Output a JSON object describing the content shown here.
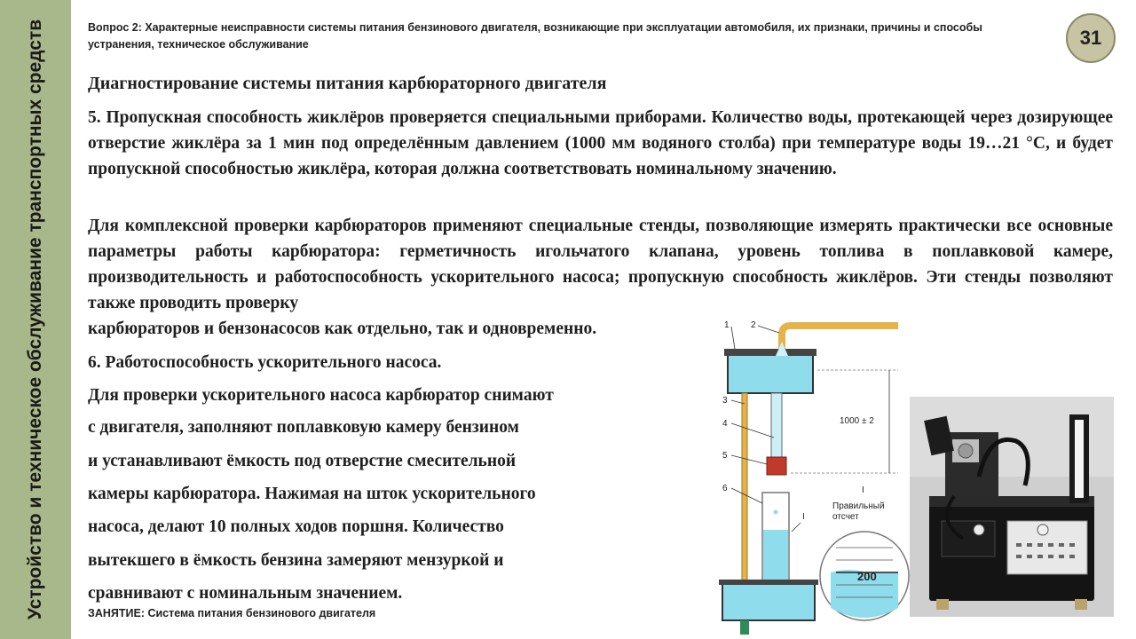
{
  "sidebar": {
    "title": "Устройство и техническое обслуживание транспортных средств"
  },
  "header": {
    "question": "Вопрос 2: Характерные неисправности системы питания бензинового двигателя, возникающие при эксплуатации автомобиля, их признаки, причины и способы устранения, техническое обслуживание",
    "page_number": "31"
  },
  "content": {
    "subtitle": "Диагностирование системы питания карбюраторного двигателя",
    "paragraph1": "5. Пропускная способность жиклёров проверяется специальными приборами. Количество воды, протекающей через дозирующее отверстие жиклёра за 1 мин под определённым давлением (1000 мм водяного столба) при температуре воды 19…21 °С, и будет пропускной способностью жиклёра, которая должна соответствовать номинальному значению.",
    "paragraph2": "Для комплексной проверки карбюраторов применяют специальные стенды, позволяющие измерять практически все основные параметры работы карбюратора: герметичность игольчатого клапана, уровень топлива в поплавковой камере, производительность и работоспособность ускорительного насоса; пропускную способность жиклёров. Эти стенды позволяют также проводить проверку",
    "paragraph2_tail": "карбюраторов и бензонасосов как отдельно, так и одновременно.",
    "step6_title": "6. Работоспособность ускорительного насоса.",
    "step6_lines": [
      "Для проверки ускорительного насоса карбюратор снимают",
      "с двигателя, заполняют поплавковую камеру бензином",
      "и устанавливают ёмкость под отверстие смесительной",
      "камеры карбюратора. Нажимая на шток ускорительного",
      "насоса, делают 10 полных ходов поршня. Количество",
      "вытекшего в ёмкость бензина замеряют мензуркой и",
      "сравнивают с номинальным значением."
    ]
  },
  "diagram": {
    "labels": [
      "1",
      "2",
      "3",
      "4",
      "5",
      "6"
    ],
    "dimension": "1000 ± 2",
    "callout": "I",
    "reading_label_line1": "Правильный",
    "reading_label_line2": "отсчет",
    "scale_value": "200"
  },
  "footer": {
    "text": "ЗАНЯТИЕ: Система питания бензинового двигателя"
  },
  "colors": {
    "sidebar": "#a9b88a",
    "badge": "#c6c4a2",
    "water": "#8fdcec",
    "pipe": "#e6b24a"
  }
}
